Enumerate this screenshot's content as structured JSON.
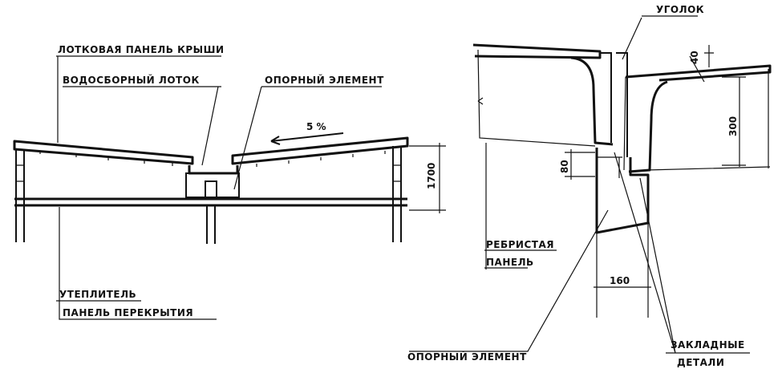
{
  "left_section": {
    "labels": {
      "roof_panel": "ЛОТКОВАЯ ПАНЕЛЬ КРЫШИ",
      "drain_tray": "ВОДОСБОРНЫЙ ЛОТОК",
      "support_element": "ОПОРНЫЙ ЭЛЕМЕНТ",
      "insulation": "УТЕПЛИТЕЛЬ",
      "floor_panel": "ПАНЕЛЬ ПЕРЕКРЫТИЯ"
    },
    "slope": "5 %",
    "height_dim": "1700"
  },
  "right_section": {
    "labels": {
      "angle": "УГОЛОК",
      "ribbed_panel_line1": "РЕБРИСТАЯ",
      "ribbed_panel_line2": "ПАНЕЛЬ",
      "support_element": "ОПОРНЫЙ ЭЛЕМЕНТ",
      "embedded_line1": "ЗАКЛАДНЫЕ",
      "embedded_line2": "ДЕТАЛИ"
    },
    "dims": {
      "top": "40",
      "depth": "300",
      "gap": "80",
      "width": "160"
    }
  }
}
